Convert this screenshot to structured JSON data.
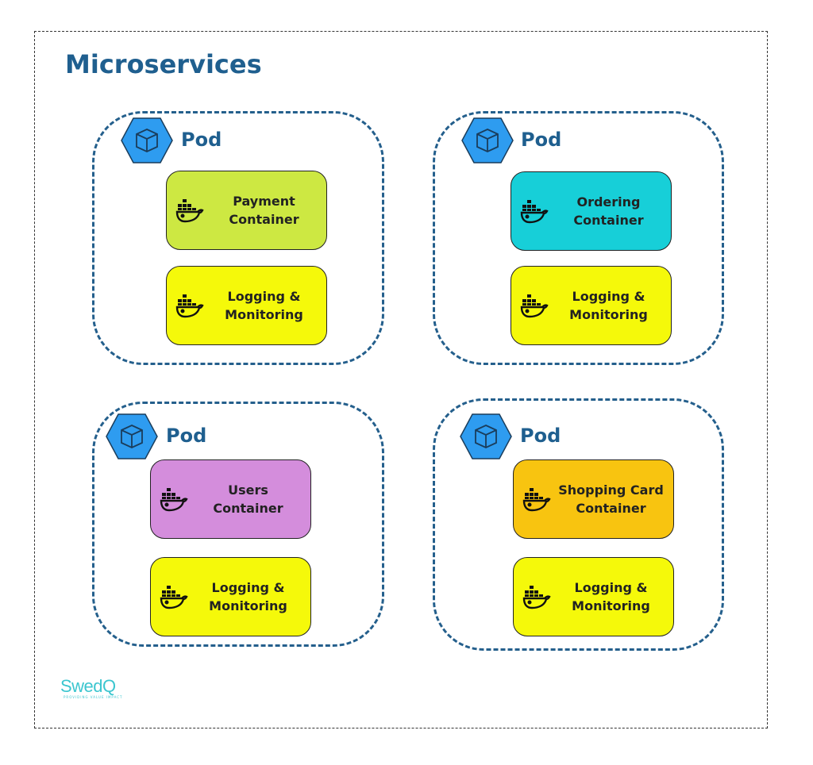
{
  "title": "Microservices",
  "colors": {
    "pod_border": "#245f8c",
    "hexagon": "#2e9cf0",
    "logging": "#f5f90a"
  },
  "pods": [
    {
      "label": "Pod",
      "containers": [
        {
          "lines": [
            "Payment",
            "Container"
          ],
          "color": "#cde842",
          "icon": "docker-icon"
        },
        {
          "lines": [
            "Logging &",
            "Monitoring"
          ],
          "color": "#f5f90a",
          "icon": "docker-icon"
        }
      ]
    },
    {
      "label": "Pod",
      "containers": [
        {
          "lines": [
            "Ordering",
            "Container"
          ],
          "color": "#17cfd8",
          "icon": "docker-icon"
        },
        {
          "lines": [
            "Logging &",
            "Monitoring"
          ],
          "color": "#f5f90a",
          "icon": "docker-icon"
        }
      ]
    },
    {
      "label": "Pod",
      "containers": [
        {
          "lines": [
            "Users",
            "Container"
          ],
          "color": "#d48ddc",
          "icon": "docker-icon"
        },
        {
          "lines": [
            "Logging &",
            "Monitoring"
          ],
          "color": "#f5f90a",
          "icon": "docker-icon"
        }
      ]
    },
    {
      "label": "Pod",
      "containers": [
        {
          "lines": [
            "Shopping Card",
            "Container"
          ],
          "color": "#f8c410",
          "icon": "docker-icon"
        },
        {
          "lines": [
            "Logging &",
            "Monitoring"
          ],
          "color": "#f5f90a",
          "icon": "docker-icon"
        }
      ]
    }
  ],
  "logo": {
    "name": "SwedQ",
    "tagline": "PROVIDING VALUE IMPACT"
  }
}
